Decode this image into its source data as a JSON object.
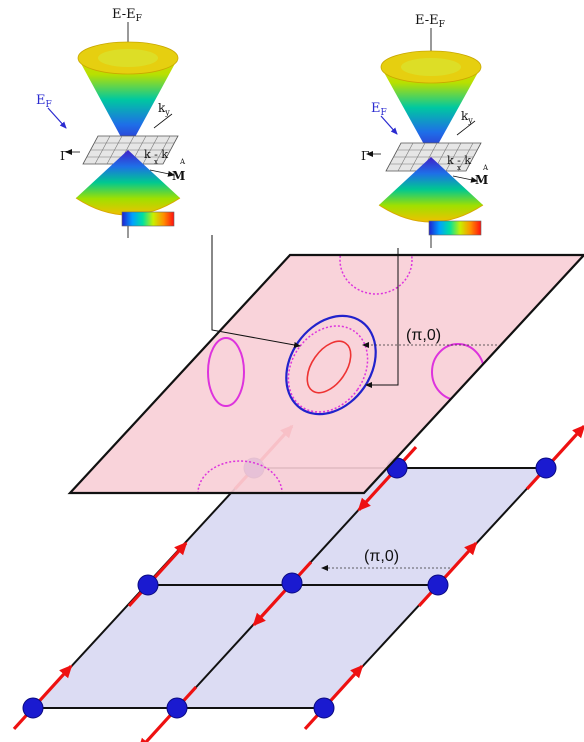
{
  "cone_left": {
    "energy_label": "E-E",
    "energy_sub": "F",
    "fermi_label": "E",
    "fermi_sub": "F",
    "ky_label": "k",
    "ky_sub": "y",
    "gamma_label": "Γ",
    "kx_label": "k - k",
    "kx_sub1": "x",
    "kx_sub2": "A",
    "m_label": "M"
  },
  "cone_right": {
    "energy_label": "E-E",
    "energy_sub": "F",
    "fermi_label": "E",
    "fermi_sub": "F",
    "ky_label": "k",
    "ky_sub": "y",
    "gamma_label": "Γ",
    "kx_label": "k - k",
    "kx_sub1": "x",
    "kx_sub2": "A",
    "m_label": "M"
  },
  "fermi_plane": {
    "wavevector_label": "(π,0)"
  },
  "spin_lattice": {
    "wavevector_label": "(π,0)"
  },
  "colors": {
    "plane_pink": "#f9cfd7",
    "plane_blue": "#dcdcf3",
    "pocket_blue": "#2222cc",
    "pocket_red": "#ee3333",
    "pocket_magenta": "#dd33dd",
    "spin_arrow": "#ee1111",
    "atom_blue": "#1a1ad0"
  }
}
